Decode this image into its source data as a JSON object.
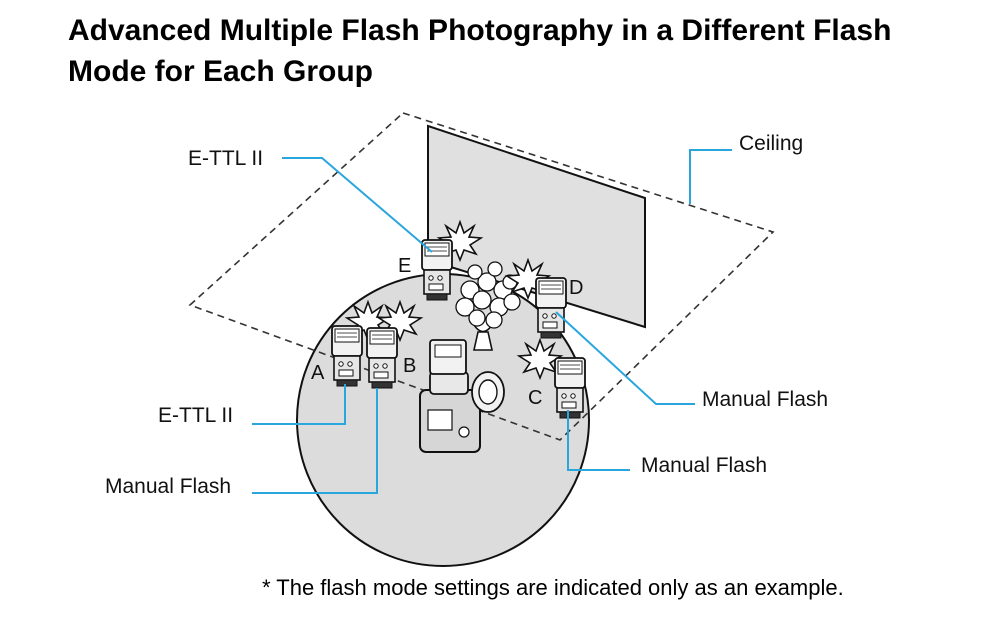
{
  "title_line1": "Advanced Multiple Flash Photography in a Different Flash",
  "title_line2": "Mode for Each Group",
  "footnote": "* The flash mode settings are indicated only as an example.",
  "labels": {
    "ceiling": "Ceiling",
    "e_mode": "E-TTL II",
    "a_mode": "E-TTL II",
    "b_mode": "Manual Flash",
    "c_mode": "Manual Flash",
    "d_mode": "Manual Flash"
  },
  "groups": [
    "A",
    "B",
    "C",
    "D",
    "E"
  ],
  "colors": {
    "leader": "#2aa6de",
    "floor": "#dcdcdc",
    "ceiling_panel": "#e0e0e0"
  }
}
